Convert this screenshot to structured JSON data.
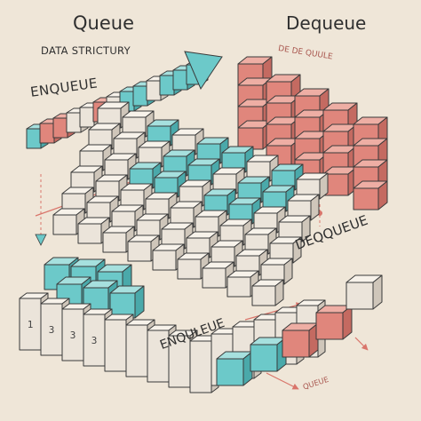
{
  "labels": {
    "queue_title": "Queue",
    "queue_subtitle": "DATA STRICTURY",
    "dequeue_title": "Dequeue",
    "dequeue_subtitle": "DE DE QUULE",
    "enqueue_top": "ENQUEUE",
    "dequeue_bottom": "DEQQUEUE",
    "enqueue_bottom": "ENQULEUE",
    "queue_small": "QUEUE"
  },
  "block_digits": [
    "1",
    "3",
    "3",
    "3"
  ],
  "colors": {
    "background": "#efe6d8",
    "teal": "#6cc9c9",
    "coral": "#e0867c",
    "cream": "#ebe4da",
    "outline": "#3a3a3a"
  }
}
